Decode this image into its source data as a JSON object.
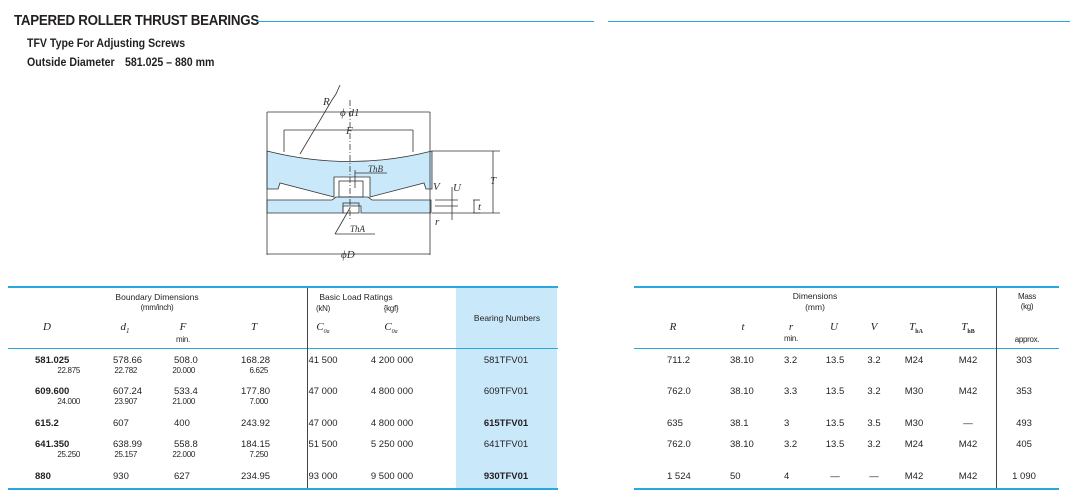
{
  "header": {
    "title": "TAPERED ROLLER THRUST BEARINGS",
    "subtitle": "TFV Type For Adjusting Screws",
    "range_label": "Outside Diameter",
    "range_value": "581.025 – 880 mm"
  },
  "diagram": {
    "labels": {
      "R": "R",
      "d1": "ϕ d1",
      "F": "F",
      "ThB": "ThB",
      "ThA": "ThA",
      "V": "V",
      "U": "U",
      "T": "T",
      "t": "t",
      "r": "r",
      "D": "ϕD"
    },
    "fill_color": "#c9e8fa"
  },
  "left_table": {
    "group_boundary": "Boundary Dimensions",
    "group_boundary_unit": "(mm/inch)",
    "group_load": "Basic Load Ratings",
    "unit_kn": "(kN)",
    "unit_kgf": "{kgf}",
    "bearing_header": "Bearing Numbers",
    "cols": {
      "D": "D",
      "d1": "d",
      "d1_sub": "1",
      "F": "F",
      "F_sub": "min.",
      "T": "T",
      "C0a": "C",
      "C0a_sub": "0a"
    },
    "rows": [
      {
        "D": "581.025",
        "D_in": "22.875",
        "d1": "578.66",
        "d1_in": "22.782",
        "F": "508.0",
        "F_in": "20.000",
        "T": "168.28",
        "T_in": "6.625",
        "kN": "41 500",
        "kgf": "4 200 000",
        "bearing": "581TFV01"
      },
      {
        "D": "609.600",
        "D_in": "24.000",
        "d1": "607.24",
        "d1_in": "23.907",
        "F": "533.4",
        "F_in": "21.000",
        "T": "177.80",
        "T_in": "7.000",
        "kN": "47 000",
        "kgf": "4 800 000",
        "bearing": "609TFV01"
      },
      {
        "D": "615.2",
        "D_in": "",
        "d1": "607",
        "d1_in": "",
        "F": "400",
        "F_in": "",
        "T": "243.92",
        "T_in": "",
        "kN": "47 000",
        "kgf": "4 800 000",
        "bearing": "615TFV01"
      },
      {
        "D": "641.350",
        "D_in": "25.250",
        "d1": "638.99",
        "d1_in": "25.157",
        "F": "558.8",
        "F_in": "22.000",
        "T": "184.15",
        "T_in": "7.250",
        "kN": "51 500",
        "kgf": "5 250 000",
        "bearing": "641TFV01"
      },
      {
        "D": "880",
        "D_in": "",
        "d1": "930",
        "d1_in": "",
        "F": "627",
        "F_in": "",
        "T": "234.95",
        "T_in": "",
        "kN": "93 000",
        "kgf": "9 500 000",
        "bearing": "930TFV01"
      }
    ]
  },
  "right_table": {
    "group_dim": "Dimensions",
    "group_dim_unit": "(mm)",
    "mass": "Mass",
    "mass_unit": "(kg)",
    "approx": "approx.",
    "cols": {
      "R": "R",
      "t": "t",
      "r": "r",
      "r_sub": "min.",
      "U": "U",
      "V": "V",
      "ThA": "T",
      "ThA_sub": "hA",
      "ThB": "T",
      "ThB_sub": "hB"
    },
    "rows": [
      {
        "R": "711.2",
        "t": "38.10",
        "r": "3.2",
        "U": "13.5",
        "V": "3.2",
        "ThA": "M24",
        "ThB": "M42",
        "mass": "303"
      },
      {
        "R": "762.0",
        "t": "38.10",
        "r": "3.3",
        "U": "13.5",
        "V": "3.2",
        "ThA": "M30",
        "ThB": "M42",
        "mass": "353"
      },
      {
        "R": "635",
        "t": "38.1",
        "r": "3",
        "U": "13.5",
        "V": "3.5",
        "ThA": "M30",
        "ThB": "—",
        "mass": "493"
      },
      {
        "R": "762.0",
        "t": "38.10",
        "r": "3.2",
        "U": "13.5",
        "V": "3.2",
        "ThA": "M24",
        "ThB": "M42",
        "mass": "405"
      },
      {
        "R": "1 524",
        "t": "50",
        "r": "4",
        "U": "—",
        "V": "—",
        "ThA": "M42",
        "ThB": "M42",
        "mass": "1 090"
      }
    ]
  }
}
